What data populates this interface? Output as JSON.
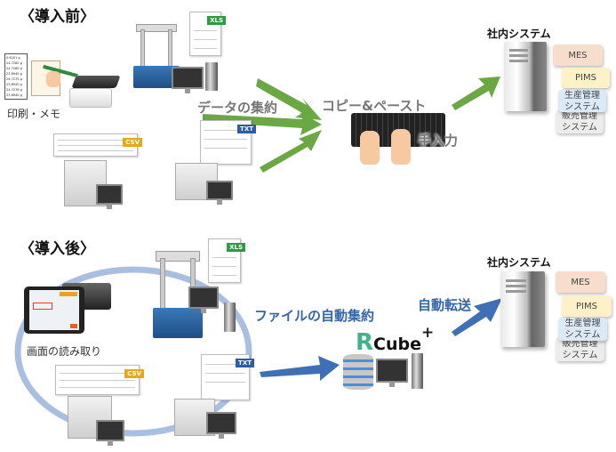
{
  "before": {
    "heading": "〈導入前〉",
    "memo_label": "印刷・メモ",
    "memo_values": [
      "0.6201 g",
      "24.7280 g",
      "24.7280 g",
      "23.8940 g",
      "24.7275 g",
      "23.8940 g",
      "24.7276 g",
      "23.8940 g"
    ],
    "aggregation_label": "データの集約",
    "copy_paste_label": "コピー&ペースト",
    "manual_input_label": "手入力",
    "file_tags": [
      "XLS",
      "CSV",
      "TXT"
    ],
    "arrow_color": "#6aa843",
    "system": {
      "title": "社内システム",
      "modules": [
        "MES",
        "PIMS",
        "生産管理\nシステム",
        "販売管理\nシステム"
      ]
    }
  },
  "after": {
    "heading": "〈導入後〉",
    "screen_read_label": "画面の読み取り",
    "file_aggregation_label": "ファイルの自動集約",
    "auto_transfer_label": "自動転送",
    "product_logo": {
      "r": "R",
      "cube": "Cube",
      "plus": "+"
    },
    "file_tags": [
      "XLS",
      "CSV",
      "TXT"
    ],
    "arrow_color": "#3f6fb5",
    "system": {
      "title": "社内システム",
      "modules": [
        "MES",
        "PIMS",
        "生産管理\nシステム",
        "販売管理\nシステム"
      ]
    }
  },
  "colors": {
    "mes": "#f8dccc",
    "pims": "#fdf1c8",
    "production": "#dce9f7",
    "sales": "#ececec",
    "xls": "#2e9b3e",
    "csv": "#e6a817",
    "txt": "#2a5fa8",
    "cycle": "#a9bfe2",
    "logo_r": "#3db58a"
  }
}
